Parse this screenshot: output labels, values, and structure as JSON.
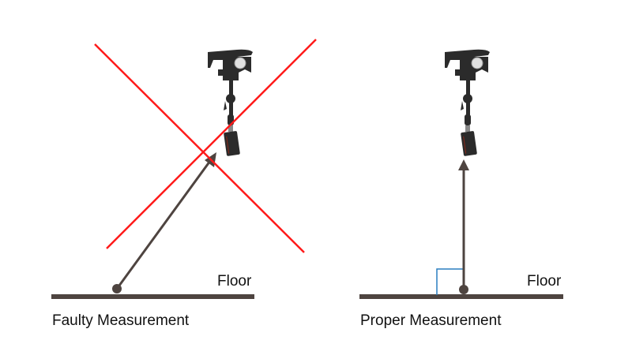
{
  "left_panel": {
    "floor_label": "Floor",
    "caption": "Faulty Measurement",
    "cross_color": "#ff1a1a"
  },
  "right_panel": {
    "floor_label": "Floor",
    "caption": "Proper Measurement",
    "right_angle_color": "#2a7fc0"
  },
  "colors": {
    "floor": "#4e4440",
    "arrow": "#4e4440",
    "device": "#2b2b2b"
  }
}
